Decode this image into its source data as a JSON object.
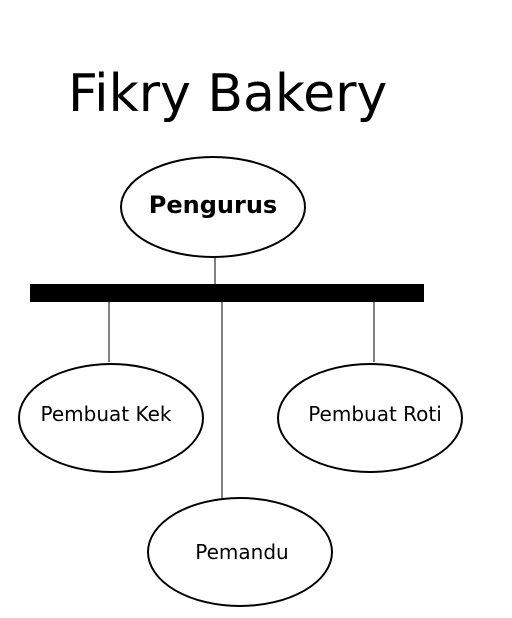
{
  "title": "Fikry Bakery",
  "root": {
    "label": "Pengurus"
  },
  "children": [
    {
      "label": "Pembuat Kek"
    },
    {
      "label": "Pembuat Roti"
    },
    {
      "label": "Pemandu"
    }
  ],
  "colors": {
    "stroke": "#000000",
    "fill": "#ffffff",
    "text": "#000000"
  }
}
